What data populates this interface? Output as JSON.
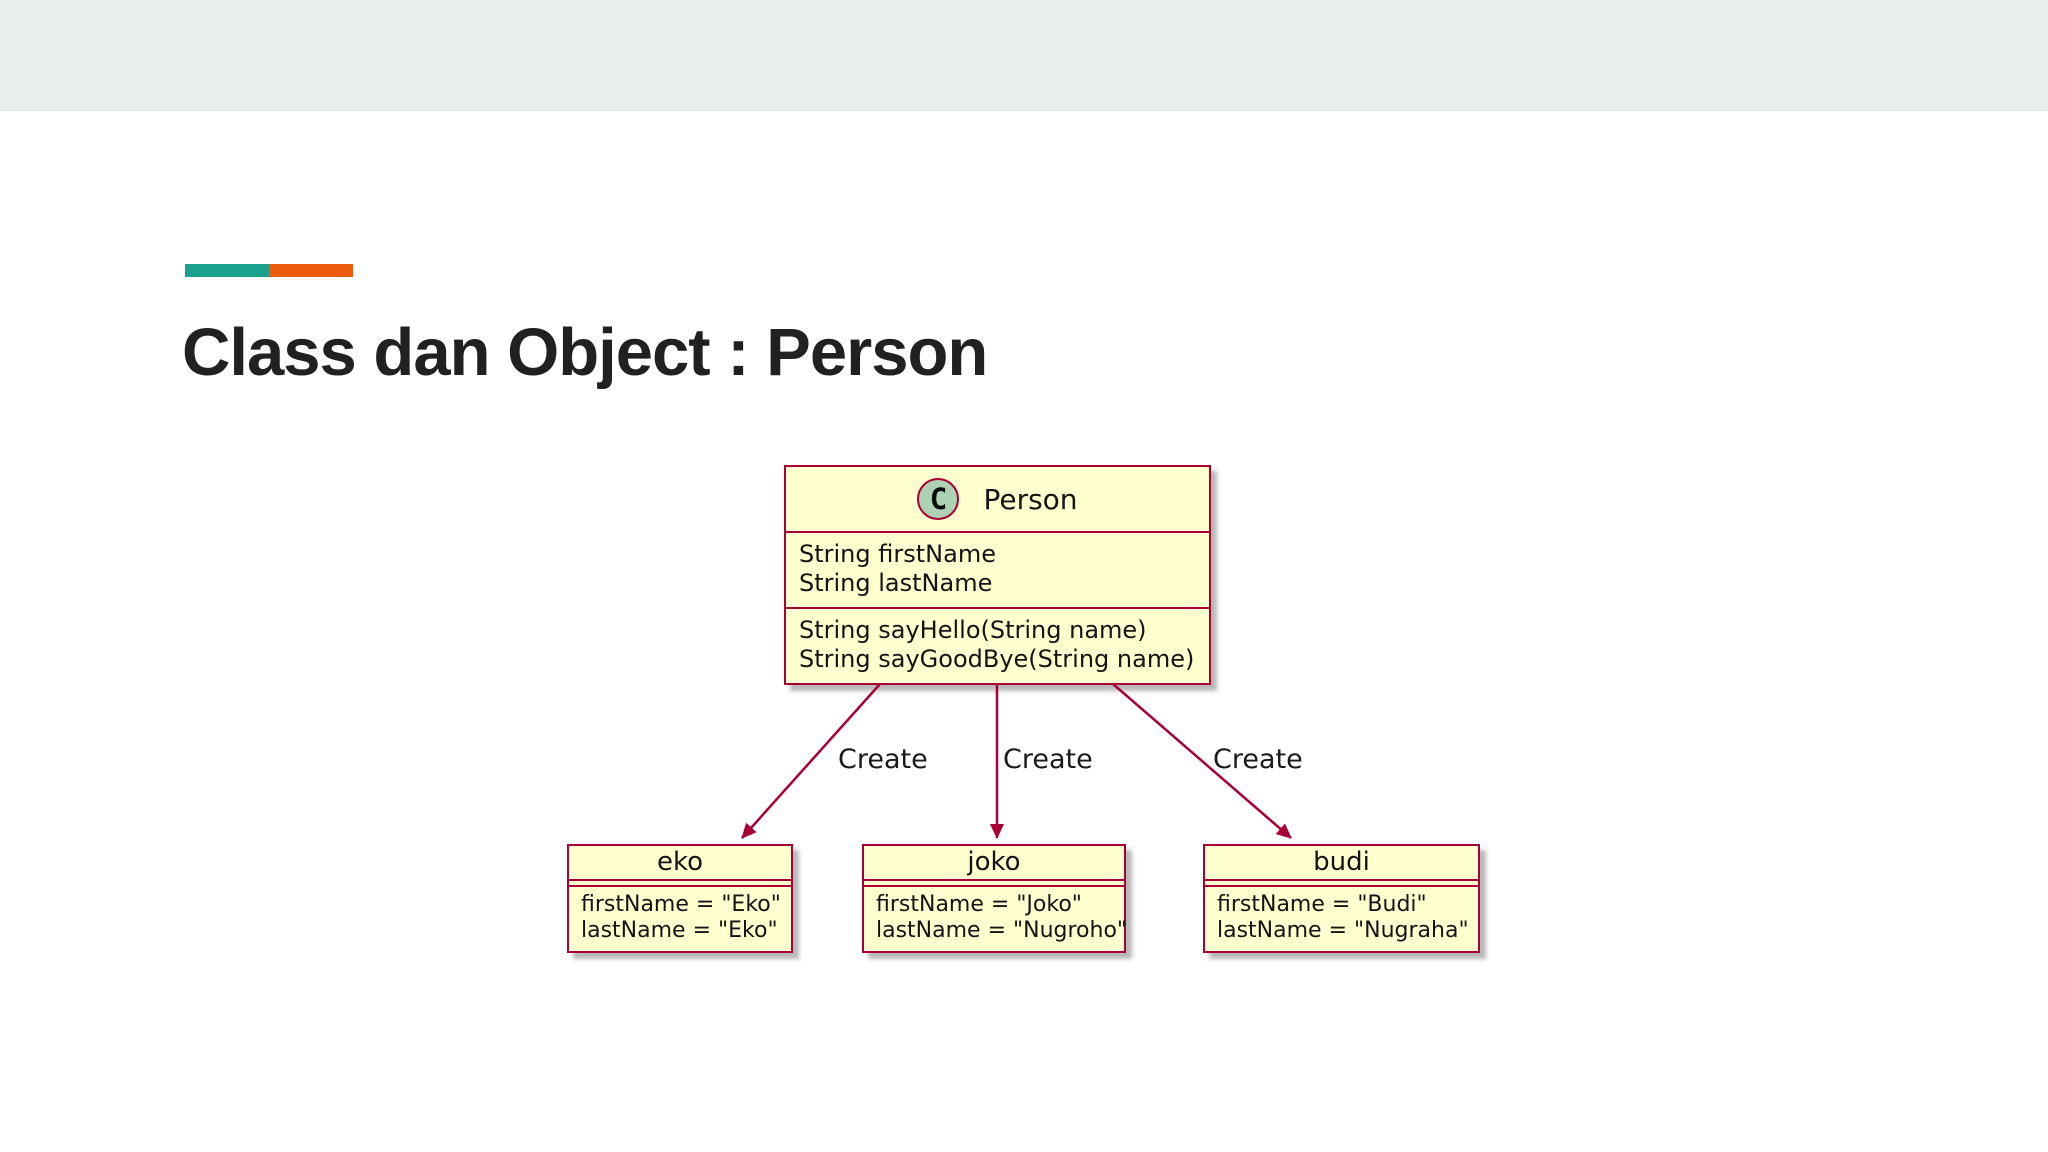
{
  "slide": {
    "title": "Class dan Object : Person",
    "band_color": "#e9edee"
  },
  "accent": {
    "teal": "#1aa08d",
    "orange": "#ea5b0c"
  },
  "diagram": {
    "colors": {
      "box_fill": "#fefece",
      "box_border": "#a80036",
      "arrow": "#a80036",
      "circle_fill": "#add1b2"
    },
    "class": {
      "stereotype_letter": "C",
      "name": "Person",
      "fields": [
        "String firstName",
        "String lastName"
      ],
      "methods": [
        "String sayHello(String name)",
        "String sayGoodBye(String name)"
      ]
    },
    "edges": [
      {
        "label": "Create",
        "from": "Person",
        "to": "eko"
      },
      {
        "label": "Create",
        "from": "Person",
        "to": "joko"
      },
      {
        "label": "Create",
        "from": "Person",
        "to": "budi"
      }
    ],
    "objects": [
      {
        "name": "eko",
        "fields": [
          "firstName = \"Eko\"",
          "lastName = \"Eko\""
        ]
      },
      {
        "name": "joko",
        "fields": [
          "firstName = \"Joko\"",
          "lastName = \"Nugroho\""
        ]
      },
      {
        "name": "budi",
        "fields": [
          "firstName = \"Budi\"",
          "lastName = \"Nugraha\""
        ]
      }
    ]
  }
}
